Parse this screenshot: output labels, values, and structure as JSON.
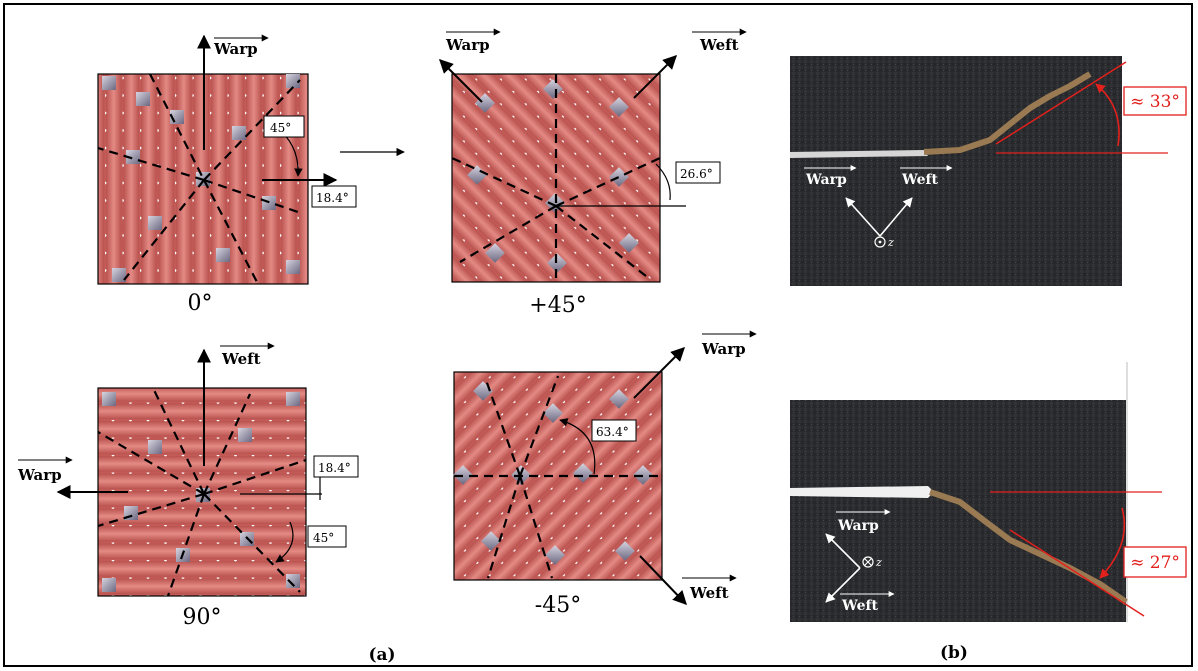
{
  "panels": {
    "a": {
      "caption": "(a)",
      "weaves": [
        {
          "id": "w0",
          "angle_label": "0°",
          "arrows": [
            {
              "label": "Warp"
            }
          ],
          "angles": [
            "45°",
            "18.4°"
          ]
        },
        {
          "id": "wp45",
          "angle_label": "+45°",
          "arrows": [
            {
              "label": "Warp"
            },
            {
              "label": "Weft"
            }
          ],
          "angles": [
            "26.6°"
          ]
        },
        {
          "id": "w90",
          "angle_label": "90°",
          "arrows": [
            {
              "label": "Weft"
            },
            {
              "label": "Warp"
            }
          ],
          "angles": [
            "18.4°",
            "45°"
          ]
        },
        {
          "id": "wm45",
          "angle_label": "-45°",
          "arrows": [
            {
              "label": "Warp"
            },
            {
              "label": "Weft"
            }
          ],
          "angles": [
            "63.4°"
          ]
        }
      ]
    },
    "b": {
      "caption": "(b)",
      "photos": [
        {
          "id": "top",
          "angle": "≈ 33°",
          "axes": [
            "Warp",
            "Weft"
          ],
          "normal": "z"
        },
        {
          "id": "bottom",
          "angle": "≈ 27°",
          "axes": [
            "Warp",
            "Weft"
          ],
          "normal": "z"
        }
      ]
    }
  },
  "colors": {
    "yarn": "#d9736f",
    "yarn_shade": "#b5504e",
    "crossover": "#8f8aa0",
    "laminate": "#2b2b2d",
    "crack": "#9a7a52",
    "accent_red": "#e2201c"
  }
}
